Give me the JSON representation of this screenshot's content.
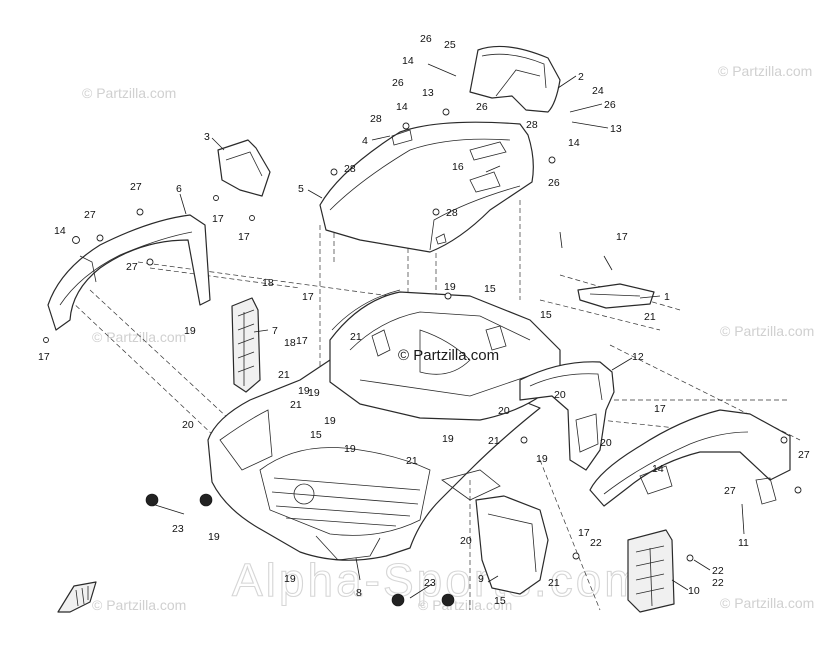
{
  "watermarks": {
    "partzilla": "© Partzilla.com",
    "center": "© Partzilla.com",
    "alpha": "Alpha-Sports.com"
  },
  "callouts": [
    {
      "id": "c1",
      "label": "1"
    },
    {
      "id": "c2",
      "label": "2"
    },
    {
      "id": "c3",
      "label": "3"
    },
    {
      "id": "c4",
      "label": "4"
    },
    {
      "id": "c5",
      "label": "5"
    },
    {
      "id": "c6",
      "label": "6"
    },
    {
      "id": "c7",
      "label": "7"
    },
    {
      "id": "c8",
      "label": "8"
    },
    {
      "id": "c9",
      "label": "9"
    },
    {
      "id": "c10",
      "label": "10"
    },
    {
      "id": "c11",
      "label": "11"
    },
    {
      "id": "c12",
      "label": "12"
    },
    {
      "id": "c13a",
      "label": "13"
    },
    {
      "id": "c13b",
      "label": "13"
    },
    {
      "id": "c14a",
      "label": "14"
    },
    {
      "id": "c14b",
      "label": "14"
    },
    {
      "id": "c14c",
      "label": "14"
    },
    {
      "id": "c14d",
      "label": "14"
    },
    {
      "id": "c14e",
      "label": "14"
    },
    {
      "id": "c15a",
      "label": "15"
    },
    {
      "id": "c15b",
      "label": "15"
    },
    {
      "id": "c15c",
      "label": "15"
    },
    {
      "id": "c15d",
      "label": "15"
    },
    {
      "id": "c16",
      "label": "16"
    },
    {
      "id": "c17a",
      "label": "17"
    },
    {
      "id": "c17b",
      "label": "17"
    },
    {
      "id": "c17c",
      "label": "17"
    },
    {
      "id": "c17d",
      "label": "17"
    },
    {
      "id": "c17e",
      "label": "17"
    },
    {
      "id": "c17f",
      "label": "17"
    },
    {
      "id": "c17g",
      "label": "17"
    },
    {
      "id": "c17h",
      "label": "17"
    },
    {
      "id": "c18a",
      "label": "18"
    },
    {
      "id": "c18b",
      "label": "18"
    },
    {
      "id": "c19a",
      "label": "19"
    },
    {
      "id": "c19b",
      "label": "19"
    },
    {
      "id": "c19c",
      "label": "19"
    },
    {
      "id": "c19d",
      "label": "19"
    },
    {
      "id": "c19e",
      "label": "19"
    },
    {
      "id": "c19f",
      "label": "19"
    },
    {
      "id": "c19g",
      "label": "19"
    },
    {
      "id": "c19h",
      "label": "19"
    },
    {
      "id": "c19i",
      "label": "19"
    },
    {
      "id": "c19j",
      "label": "19"
    },
    {
      "id": "c20a",
      "label": "20"
    },
    {
      "id": "c20b",
      "label": "20"
    },
    {
      "id": "c20c",
      "label": "20"
    },
    {
      "id": "c20d",
      "label": "20"
    },
    {
      "id": "c20e",
      "label": "20"
    },
    {
      "id": "c21a",
      "label": "21"
    },
    {
      "id": "c21b",
      "label": "21"
    },
    {
      "id": "c21c",
      "label": "21"
    },
    {
      "id": "c21d",
      "label": "21"
    },
    {
      "id": "c21e",
      "label": "21"
    },
    {
      "id": "c21f",
      "label": "21"
    },
    {
      "id": "c21g",
      "label": "21"
    },
    {
      "id": "c22a",
      "label": "22"
    },
    {
      "id": "c22b",
      "label": "22"
    },
    {
      "id": "c22c",
      "label": "22"
    },
    {
      "id": "c23a",
      "label": "23"
    },
    {
      "id": "c23b",
      "label": "23"
    },
    {
      "id": "c24",
      "label": "24"
    },
    {
      "id": "c25",
      "label": "25"
    },
    {
      "id": "c26a",
      "label": "26"
    },
    {
      "id": "c26b",
      "label": "26"
    },
    {
      "id": "c26c",
      "label": "26"
    },
    {
      "id": "c26d",
      "label": "26"
    },
    {
      "id": "c26e",
      "label": "26"
    },
    {
      "id": "c27a",
      "label": "27"
    },
    {
      "id": "c27b",
      "label": "27"
    },
    {
      "id": "c27c",
      "label": "27"
    },
    {
      "id": "c27d",
      "label": "27"
    },
    {
      "id": "c27e",
      "label": "27"
    },
    {
      "id": "c28a",
      "label": "28"
    },
    {
      "id": "c28b",
      "label": "28"
    },
    {
      "id": "c28c",
      "label": "28"
    },
    {
      "id": "c28d",
      "label": "28"
    }
  ]
}
